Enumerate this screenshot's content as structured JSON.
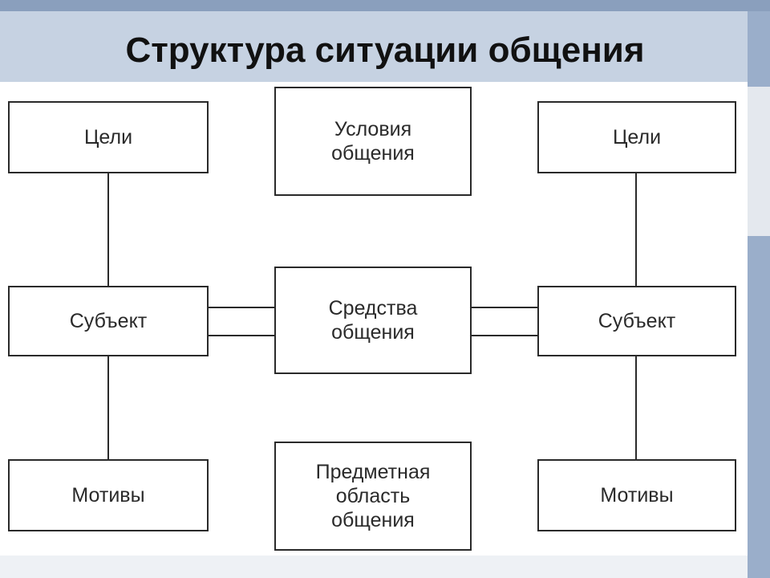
{
  "slide": {
    "title": "Структура ситуации общения"
  },
  "diagram": {
    "left": {
      "goals": "Цели",
      "subject": "Субъект",
      "motives": "Мотивы"
    },
    "center": {
      "conditions": [
        "Условия",
        "общения"
      ],
      "means": [
        "Средства",
        "общения"
      ],
      "subject_area": [
        "Предметная",
        "область",
        "общения"
      ]
    },
    "right": {
      "goals": "Цели",
      "subject": "Субъект",
      "motives": "Мотивы"
    }
  },
  "colors": {
    "title_band": "#c6d2e2",
    "accent_bar": "#8a9fbd",
    "box_border": "#2a2a2a"
  }
}
